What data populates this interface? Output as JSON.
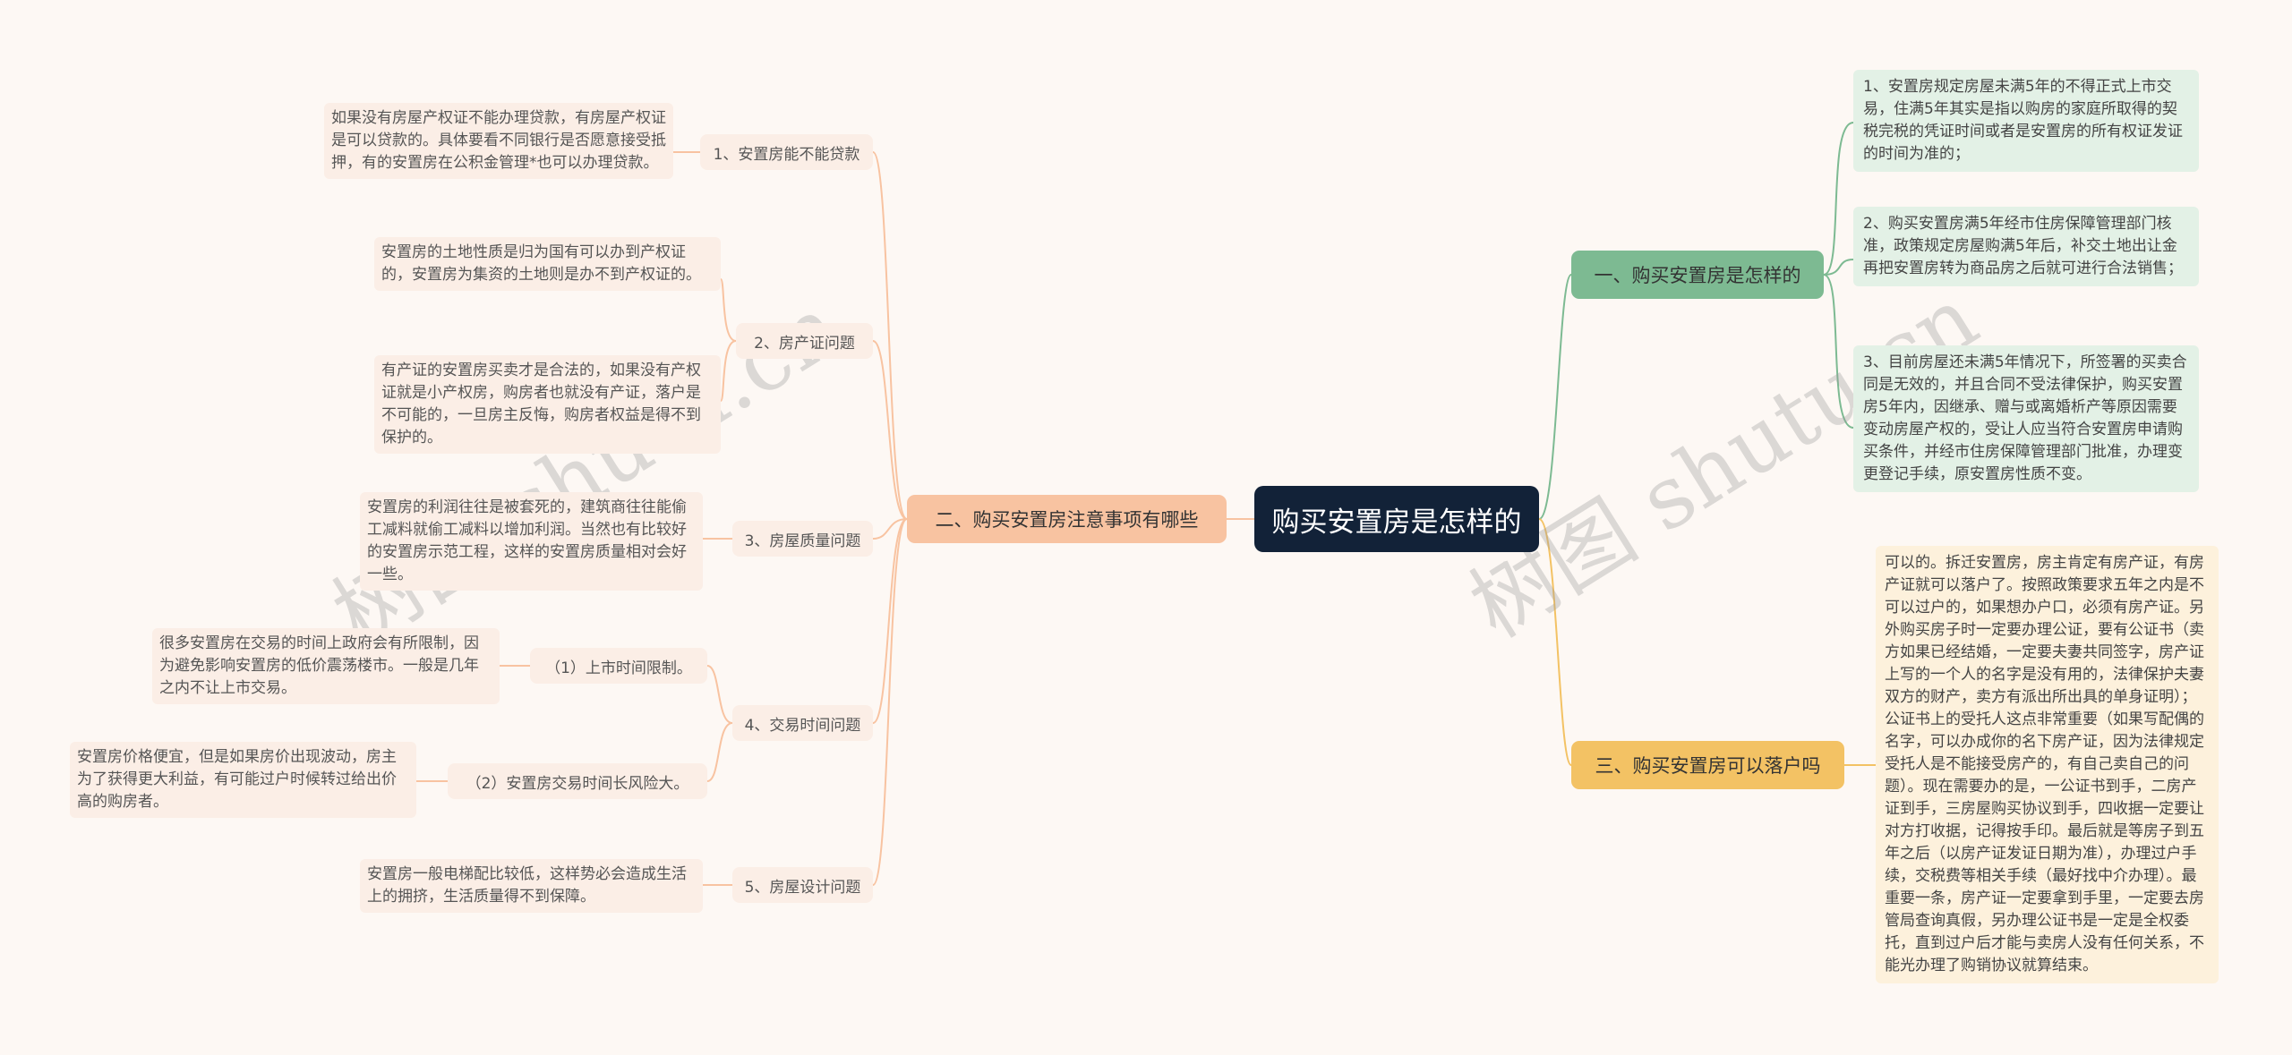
{
  "center": "购买安置房是怎样的",
  "right": [
    {
      "label": "一、购买安置房是怎样的",
      "children": [
        "1、安置房规定房屋未满5年的不得正式上市交易，住满5年其实是指以购房的家庭所取得的契税完税的凭证时间或者是安置房的所有权证发证的时间为准的；",
        "2、购买安置房满5年经市住房保障管理部门核准，政策规定房屋购满5年后，补交土地出让金再把安置房转为商品房之后就可进行合法销售；",
        "3、目前房屋还未满5年情况下，所签署的买卖合同是无效的，并且合同不受法律保护，购买安置房5年内，因继承、赠与或离婚析产等原因需要变动房屋产权的，受让人应当符合安置房申请购买条件，并经市住房保障管理部门批准，办理变更登记手续，原安置房性质不变。"
      ]
    },
    {
      "label": "三、购买安置房可以落户吗",
      "children": [
        "可以的。拆迁安置房，房主肯定有房产证，有房产证就可以落户了。按照政策要求五年之内是不可以过户的，如果想办户口，必须有房产证。另外购买房子时一定要办理公证，要有公证书（卖方如果已经结婚，一定要夫妻共同签字，房产证上写的一个人的名字是没有用的，法律保护夫妻双方的财产，卖方有派出所出具的单身证明）；公证书上的受托人这点非常重要（如果写配偶的名字，可以办成你的名下房产证，因为法律规定受托人是不能接受房产的，有自己卖自己的问题）。现在需要办的是，一公证书到手，二房产证到手，三房屋购买协议到手，四收据一定要让对方打收据，记得按手印。最后就是等房子到五年之后（以房产证发证日期为准），办理过户手续，交税费等相关手续（最好找中介办理）。最重要一条，房产证一定要拿到手里，一定要去房管局查询真假，另办理公证书是一定是全权委托，直到过户后才能与卖房人没有任何关系，不能光办理了购销协议就算结束。"
      ]
    }
  ],
  "left": {
    "label": "二、购买安置房注意事项有哪些",
    "items": [
      {
        "label": "1、安置房能不能贷款",
        "children": [
          "如果没有房屋产权证不能办理贷款，有房屋产权证是可以贷款的。具体要看不同银行是否愿意接受抵押，有的安置房在公积金管理*也可以办理贷款。"
        ]
      },
      {
        "label": "2、房产证问题",
        "children": [
          "安置房的土地性质是归为国有可以办到产权证的，安置房为集资的土地则是办不到产权证的。",
          "有产证的安置房买卖才是合法的，如果没有产权证就是小产权房，购房者也就没有产证，落户是不可能的，一旦房主反悔，购房者权益是得不到保护的。"
        ]
      },
      {
        "label": "3、房屋质量问题",
        "children": [
          "安置房的利润往往是被套死的，建筑商往往能偷工减料就偷工减料以增加利润。当然也有比较好的安置房示范工程，这样的安置房质量相对会好一些。"
        ]
      },
      {
        "label": "4、交易时间问题",
        "subs": [
          {
            "label": "（1）上市时间限制。",
            "children": [
              "很多安置房在交易的时间上政府会有所限制，因为避免影响安置房的低价震荡楼市。一般是几年之内不让上市交易。"
            ]
          },
          {
            "label": "（2）安置房交易时间长风险大。",
            "children": [
              "安置房价格便宜，但是如果房价出现波动，房主为了获得更大利益，有可能过户时候转过给出价高的购房者。"
            ]
          }
        ]
      },
      {
        "label": "5、房屋设计问题",
        "children": [
          "安置房一般电梯配比较低，这样势必会造成生活上的拥挤，生活质量得不到保障。"
        ]
      }
    ]
  },
  "watermarks": [
    "树图 shutu.cn",
    "树图 shutu.cn"
  ],
  "colors": {
    "center": "#122238",
    "branch_green": "#7dba92",
    "branch_peach": "#f8c3a1",
    "branch_yellow": "#f3c264"
  }
}
